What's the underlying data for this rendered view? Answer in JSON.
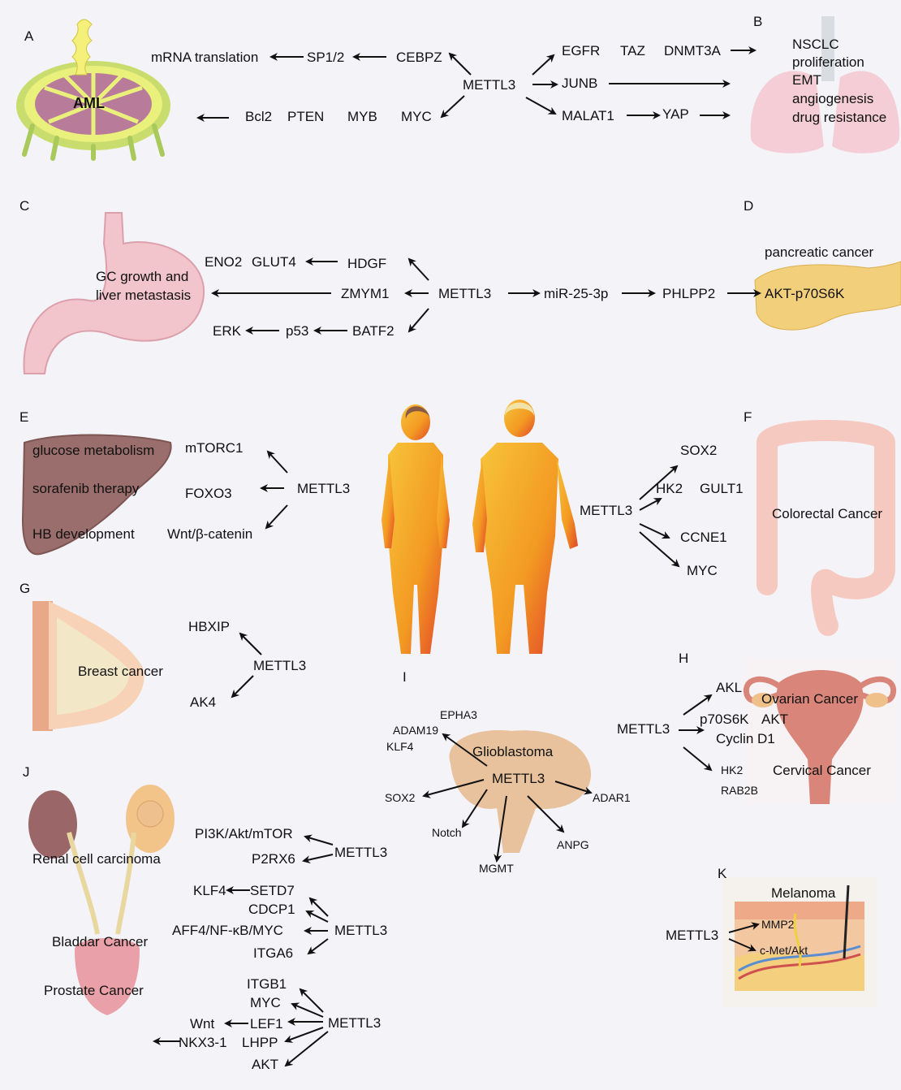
{
  "sections": {
    "a": "A",
    "b": "B",
    "c": "C",
    "d": "D",
    "e": "E",
    "f": "F",
    "g": "G",
    "h": "H",
    "i": "I",
    "j": "J",
    "k": "K"
  },
  "gene": "METTL3",
  "panel_a": {
    "organ": "AML",
    "translation": "mRNA translation",
    "sp12": "SP1/2",
    "cebpz": "CEBPZ",
    "bcl2": "Bcl2",
    "pten": "PTEN",
    "myb": "MYB",
    "myc": "MYC",
    "egfr": "EGFR",
    "taz": "TAZ",
    "dnmt3a": "DNMT3A",
    "junb": "JUNB",
    "malat1": "MALAT1",
    "yap": "YAP"
  },
  "panel_b": {
    "lines": [
      "NSCLC",
      "proliferation",
      "EMT",
      "angiogenesis",
      "drug resistance"
    ]
  },
  "panel_c": {
    "organ_line1": "GC growth and",
    "organ_line2": "liver metastasis",
    "eno2": "ENO2",
    "glut4": "GLUT4",
    "hdgf": "HDGF",
    "zmym1": "ZMYM1",
    "erk": "ERK",
    "p53": "p53",
    "batf2": "BATF2"
  },
  "panel_d": {
    "title": "pancreatic cancer",
    "mir": "miR-25-3p",
    "phlpp2": "PHLPP2",
    "akt": "AKT-p70S6K"
  },
  "panel_e": {
    "l1": "glucose metabolism",
    "l2": "sorafenib therapy",
    "l3": "HB development",
    "mtorc1": "mTORC1",
    "foxo3": "FOXO3",
    "wnt": "Wnt/β-catenin"
  },
  "panel_f": {
    "organ": "Colorectal Cancer",
    "sox2": "SOX2",
    "hk2": "HK2",
    "gult1": "GULT1",
    "ccne1": "CCNE1",
    "myc": "MYC"
  },
  "panel_g": {
    "organ": "Breast cancer",
    "hbxip": "HBXIP",
    "ak4": "AK4"
  },
  "panel_h": {
    "ovarian": "Ovarian Cancer",
    "cervical": "Cervical Cancer",
    "akl": "AKL",
    "p70": "p70S6K",
    "akt": "AKT",
    "cyclin": "Cyclin D1",
    "hk2": "HK2",
    "rab2b": "RAB2B"
  },
  "panel_i": {
    "organ": "Glioblastoma",
    "epha3": "EPHA3",
    "adam19": "ADAM19",
    "klf4": "KLF4",
    "sox2": "SOX2",
    "notch": "Notch",
    "mgmt": "MGMT",
    "anpg": "ANPG",
    "adar1": "ADAR1"
  },
  "panel_j": {
    "renal": "Renal cell carcinoma",
    "bladder": "Bladdar Cancer",
    "prostate": "Prostate Cancer",
    "pi3k": "PI3K/Akt/mTOR",
    "p2rx6": "P2RX6",
    "klf4": "KLF4",
    "setd7": "SETD7",
    "cdcp1": "CDCP1",
    "aff4": "AFF4/NF-κB/MYC",
    "itga6": "ITGA6",
    "itgb1": "ITGB1",
    "myc": "MYC",
    "wnt": "Wnt",
    "lef1": "LEF1",
    "nkx": "NKX3-1",
    "lhpp": "LHPP",
    "akt": "AKT"
  },
  "panel_k": {
    "organ": "Melanoma",
    "mmp2": "MMP2",
    "cmet": "c-Met/Akt"
  },
  "colors": {
    "background": "#f3f3f8",
    "arrow": "#111111",
    "stomach": "#f2c4cc",
    "liver": "#9a6e6c",
    "pancreas": "#f2cf7a",
    "body_warm": "#f0a020"
  }
}
